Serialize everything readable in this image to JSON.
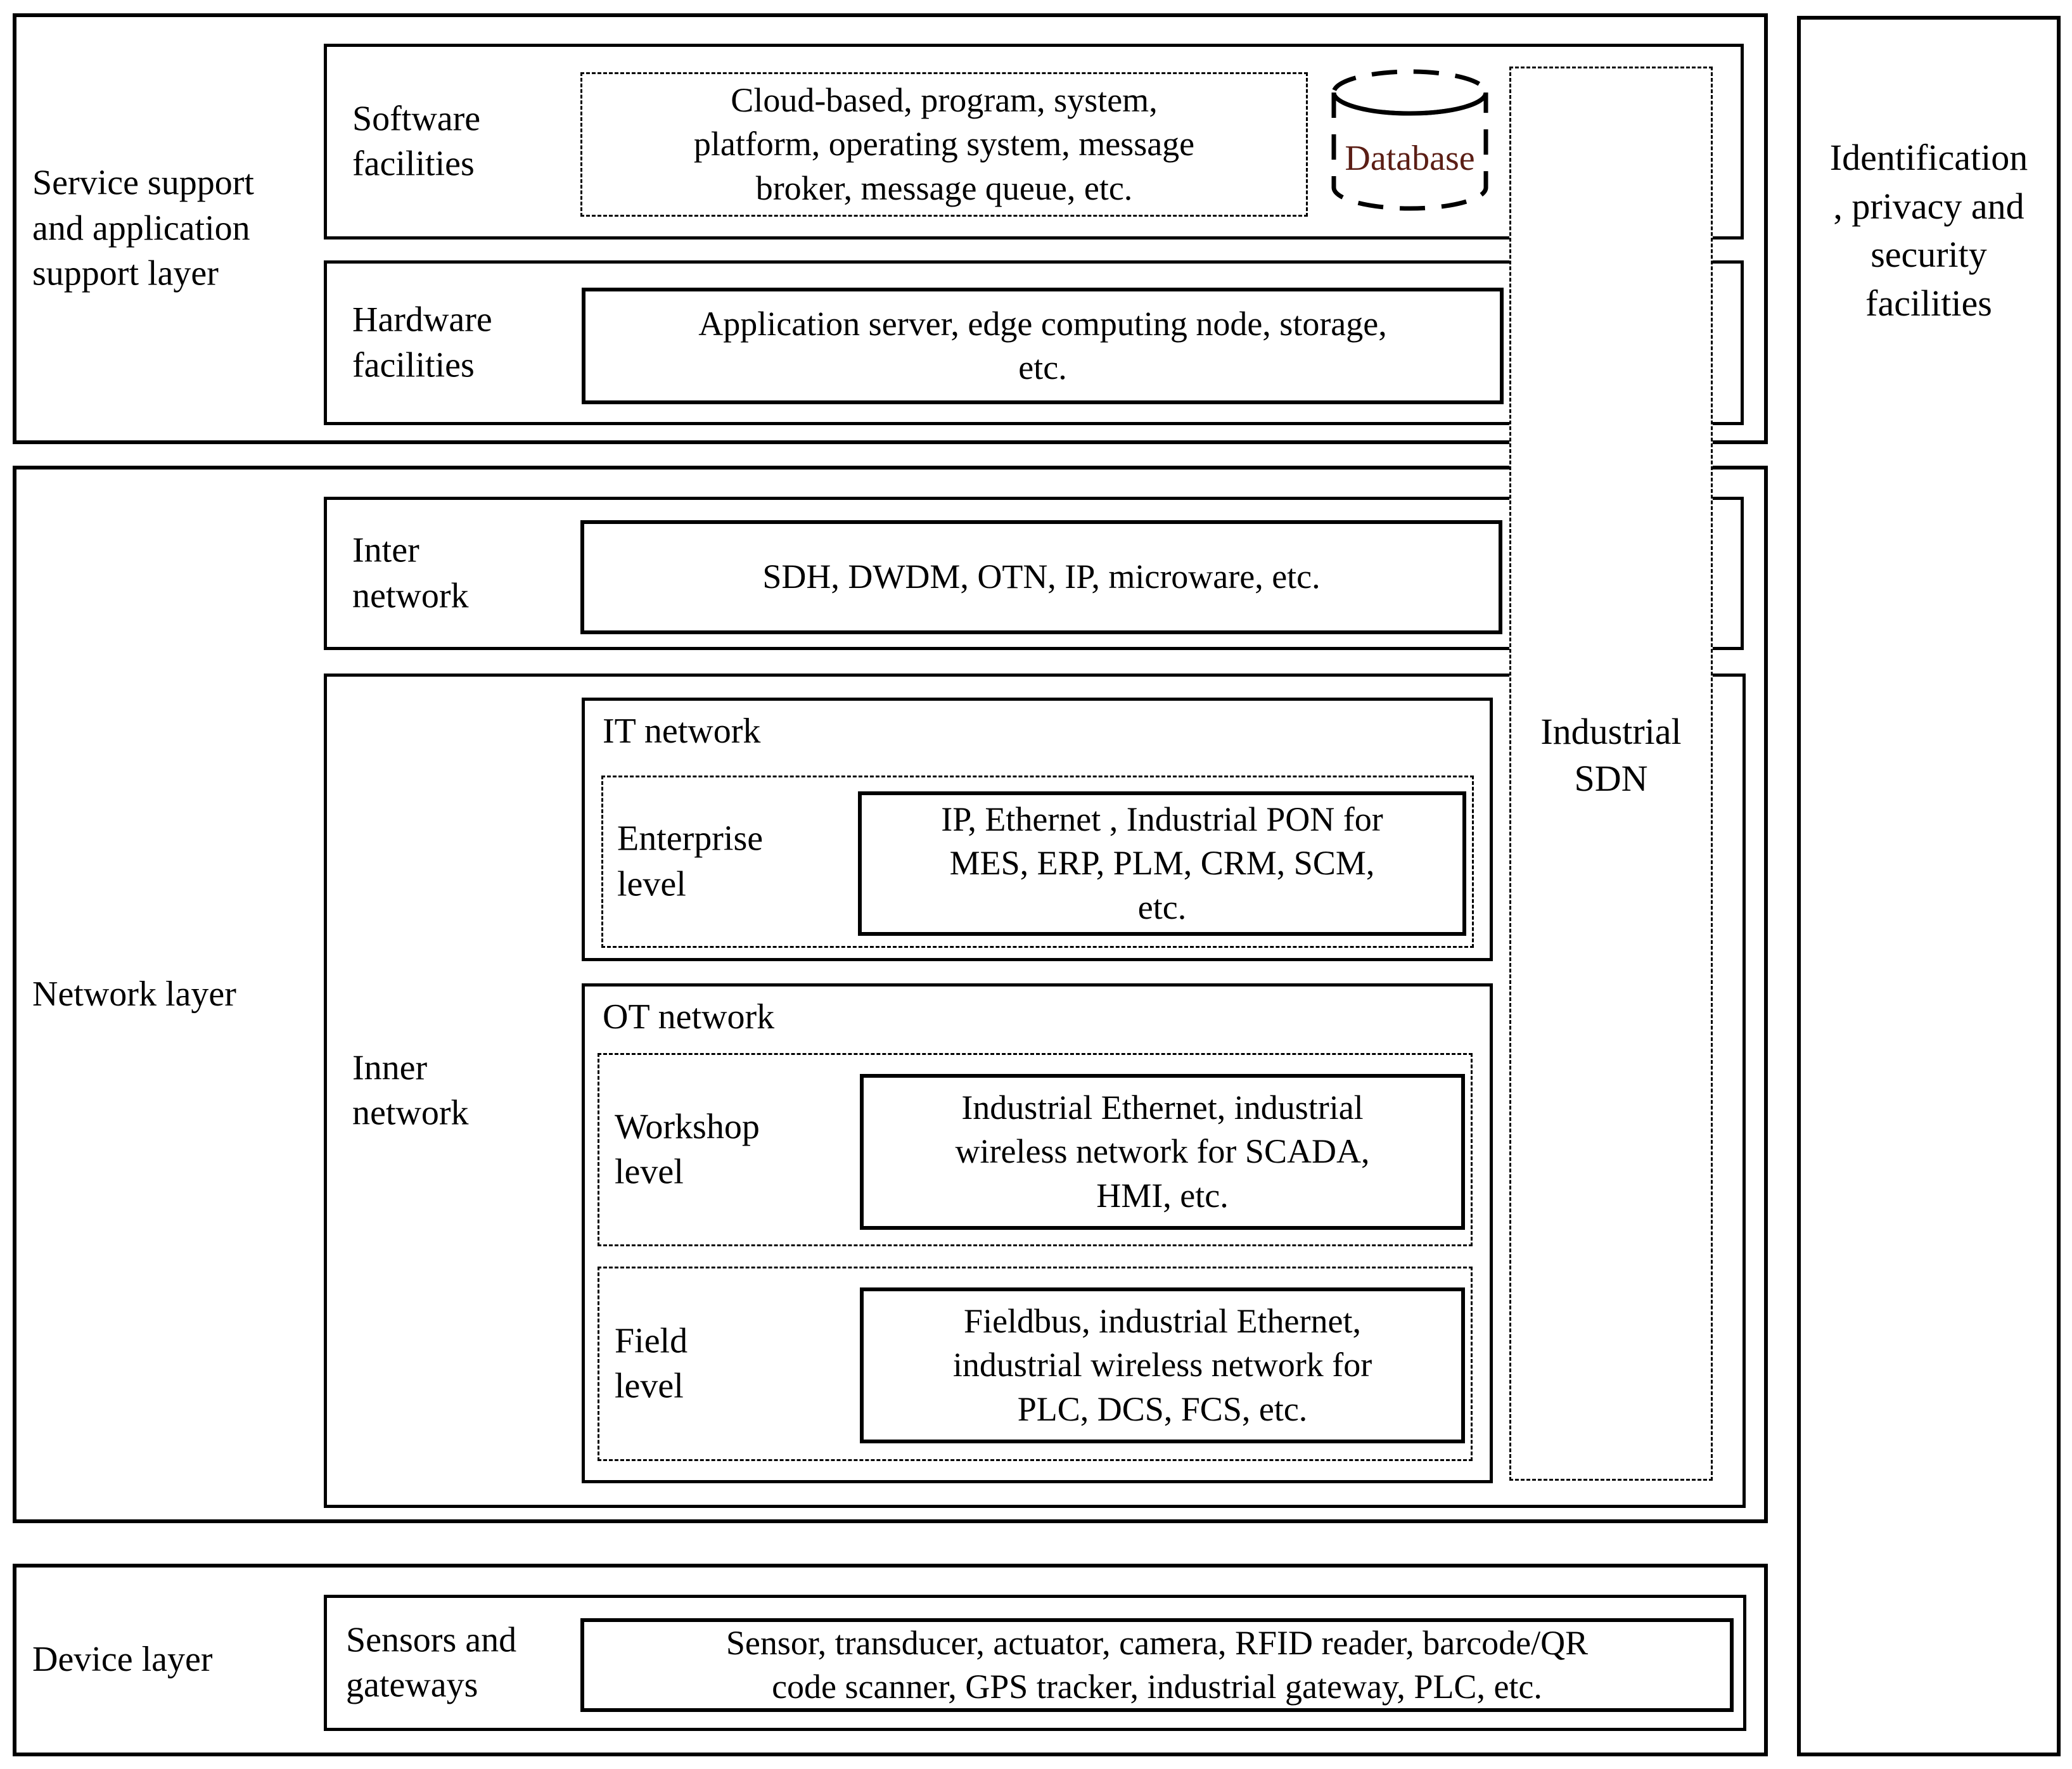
{
  "layers": {
    "service_support": {
      "label": "Service support\nand application\nsupport layer"
    },
    "network": {
      "label": "Network layer"
    },
    "device": {
      "label": "Device layer"
    }
  },
  "right_panel": {
    "label": "Identification\n, privacy and\nsecurity\nfacilities"
  },
  "industrial_sdn": {
    "label": "Industrial\nSDN"
  },
  "software_facilities": {
    "label": "Software\nfacilities",
    "cloud_box": "Cloud-based, program, system,\nplatform, operating system, message\nbroker, message queue, etc.",
    "database_label": "Database"
  },
  "hardware_facilities": {
    "label": "Hardware\nfacilities",
    "content": "Application server, edge computing node, storage,\netc."
  },
  "inter_network": {
    "label": "Inter\nnetwork",
    "content": "SDH, DWDM, OTN, IP, microware, etc."
  },
  "inner_network": {
    "label": "Inner\nnetwork",
    "it_network": {
      "label": "IT network",
      "enterprise": {
        "label": "Enterprise\nlevel",
        "content": "IP, Ethernet , Industrial PON for\nMES, ERP, PLM, CRM, SCM,\netc."
      }
    },
    "ot_network": {
      "label": "OT network",
      "workshop": {
        "label": "Workshop\nlevel",
        "content": "Industrial Ethernet, industrial\nwireless network for SCADA,\nHMI, etc."
      },
      "field": {
        "label": "Field\nlevel",
        "content": "Fieldbus, industrial Ethernet,\nindustrial wireless network for\nPLC, DCS, FCS, etc."
      }
    }
  },
  "device_layer": {
    "sensors": {
      "label": "Sensors and\ngateways",
      "content": "Sensor, transducer, actuator, camera, RFID reader, barcode/QR\ncode scanner, GPS tracker, industrial gateway, PLC, etc."
    }
  },
  "colors": {
    "line": "#000000",
    "background": "#ffffff",
    "database_text": "#5b1e15"
  }
}
